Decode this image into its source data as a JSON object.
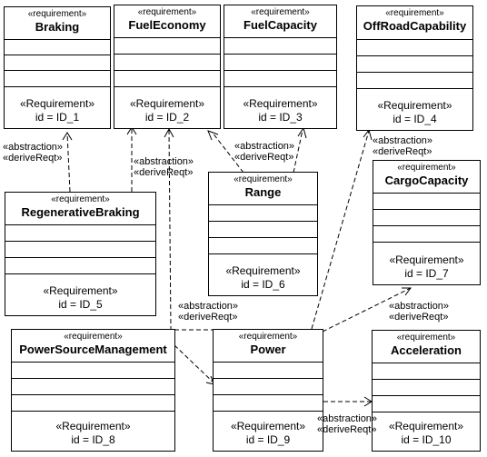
{
  "stereotype": "«requirement»",
  "attr_type": "«Requirement»",
  "edge_label": [
    "«abstraction»",
    "«deriveReqt»"
  ],
  "blocks": {
    "braking": {
      "name": "Braking",
      "id": "id = ID_1"
    },
    "fueleconomy": {
      "name": "FuelEconomy",
      "id": "id = ID_2"
    },
    "fuelcapacity": {
      "name": "FuelCapacity",
      "id": "id = ID_3"
    },
    "offroad": {
      "name": "OffRoadCapability",
      "id": "id = ID_4"
    },
    "regen": {
      "name": "RegenerativeBraking",
      "id": "id = ID_5"
    },
    "range": {
      "name": "Range",
      "id": "id = ID_6"
    },
    "cargo": {
      "name": "CargoCapacity",
      "id": "id = ID_7"
    },
    "psm": {
      "name": "PowerSourceManagement",
      "id": "id = ID_8"
    },
    "power": {
      "name": "Power",
      "id": "id = ID_9"
    },
    "accel": {
      "name": "Acceleration",
      "id": "id = ID_10"
    }
  }
}
